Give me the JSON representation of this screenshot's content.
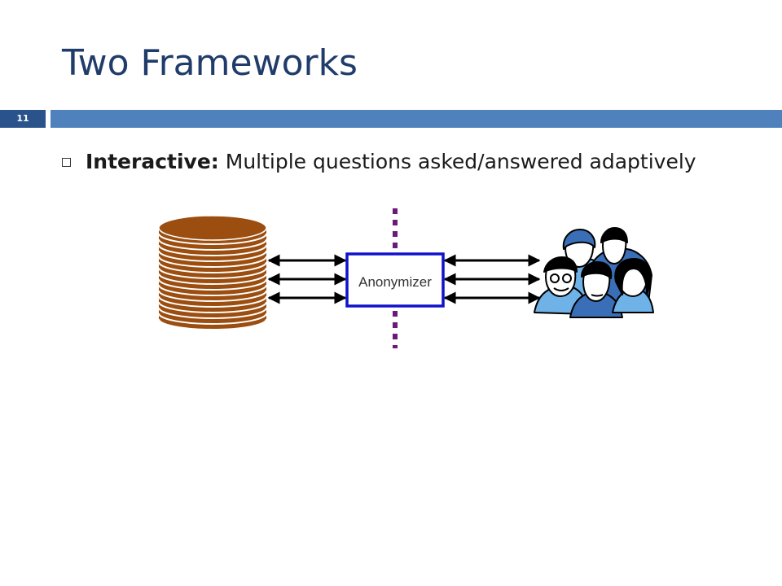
{
  "slide": {
    "title": "Two Frameworks",
    "slide_number": "11",
    "bullet": {
      "term": "Interactive:",
      "text": " Multiple questions asked/answered adaptively"
    }
  },
  "diagram": {
    "anonymizer_label": "Anonymizer",
    "left_arrow_count": 3,
    "right_arrow_count": 3
  },
  "colors": {
    "title": "#1f3c6b",
    "header_bar": "#4f81bd",
    "slide_number_box": "#2a528b",
    "database": "#9c4e10",
    "database_stroke": "#ffffff",
    "anonymizer_border": "#1111cc",
    "divider": "#6b1a7a",
    "arrow": "#000000"
  },
  "icons": {
    "database": "database-stack-icon",
    "people": "people-group-icon"
  }
}
